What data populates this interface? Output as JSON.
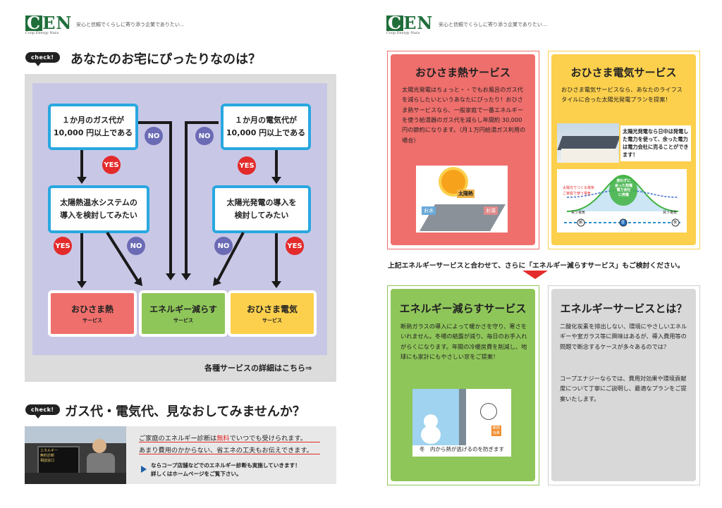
{
  "header": {
    "logo_letters": "CEN",
    "logo_sub": "Coop Energy Nara",
    "tagline": "安心と信頼でくらしに寄り添う企業でありたい…"
  },
  "check_badge": "check!",
  "section1": {
    "title": "あなたのお宅にぴったりなのは？",
    "q_gas": "１か月のガス代が\n10,000 円以上である",
    "q_elec": "１か月の電気代が\n10,000 円以上である",
    "q_solar_thermal": "太陽熱温水システムの\n導入を検討してみたい",
    "q_solar_power": "太陽光発電の導入を\n検討してみたい",
    "yes": "YES",
    "no": "NO",
    "results": [
      {
        "title": "おひさま熱",
        "sub": "サービス"
      },
      {
        "title": "エネルギー減らす",
        "sub": "サービス"
      },
      {
        "title": "おひさま電気",
        "sub": "サービス"
      }
    ],
    "details_link": "各種サービスの詳細はこちら⇒"
  },
  "section2": {
    "title": "ガス代・電気代、見なおしてみませんか？",
    "line1_a": "ご家庭のエネルギー診断は",
    "line1_free": "無料",
    "line1_b": "でいつでも受けられます。",
    "line2": "あまり費用のかからない、省エネの工夫もお伝えできます。",
    "note": "ならコープ店舗などでのエネルギー診断も実施していきます！\n詳しくはホームページをご覧下さい。",
    "photo_sign": "エネルギー\n無料診断\n相談窓口"
  },
  "cards": {
    "heat": {
      "title": "おひさま熱サービス",
      "text": "太陽光発電はちょっと・・でもお風呂のガス代を減らしたいというあなたにぴったり！おひさま熱サービスなら、一般家庭で一番エネルギーを使う給湯器のガス代を減らし年間約 30,000 円の節約になります。（月１万円給湯ガス利用の場合）",
      "img_label_sun": "太陽熱",
      "img_label_water": "お水",
      "img_label_hot": "お湯"
    },
    "electric": {
      "title": "おひさま電気サービス",
      "text": "おひさま電気サービスなら、あなたのライフスタイルに合った太陽光発電プランを提案！",
      "callout": "太陽光発電なら日中は発電した電力を使って、余った電力は電力会社に売ることができます！",
      "graph_label_left": "太陽光でつくる電気\nご家庭で使う電気",
      "graph_label_mid": "使わずに\n余った発電\n電力会社\nに売電",
      "graph_buy1": "買う電気",
      "graph_buy2": "買う電気",
      "icon_morning": "朝",
      "icon_noon": "昼",
      "icon_night": "夜"
    },
    "reduce": {
      "title": "エネルギー減らすサービス",
      "text": "断熱ガラスの導入によって暖かさを守り、寒さをいれません。冬場の結露が減り、毎日のお手入れがらくになります。年間の冷暖房費を削減し、地球にも家計にもやさしい窓をご提案！",
      "caption": "冬　内から熱が逃げるのを防ぎます",
      "img_tag": "断熱\n効果"
    },
    "about": {
      "title": "エネルギーサービスとは？",
      "text1": "二酸化炭素を排出しない、環境にやさしいエネルギーや室ガラス等に興味はあるが、導入費用等の問題で断念するケースが多々あるのでは？",
      "text2": "コープエナジーならでは、費用対効果や環境貢献度について丁寧にご説明し、最適なプランをご提案いたします。"
    }
  },
  "bridge_text": "上記エネルギーサービスと合わせて、さらに「エネルギー減らすサービス」もご検討ください。",
  "colors": {
    "heat": "#ef6f6c",
    "electric": "#fcd04d",
    "reduce": "#8fc65a",
    "about": "#d8d8d8",
    "question_border": "#29a8e0",
    "yes": "#e32b2b",
    "no": "#6b6bb5"
  }
}
